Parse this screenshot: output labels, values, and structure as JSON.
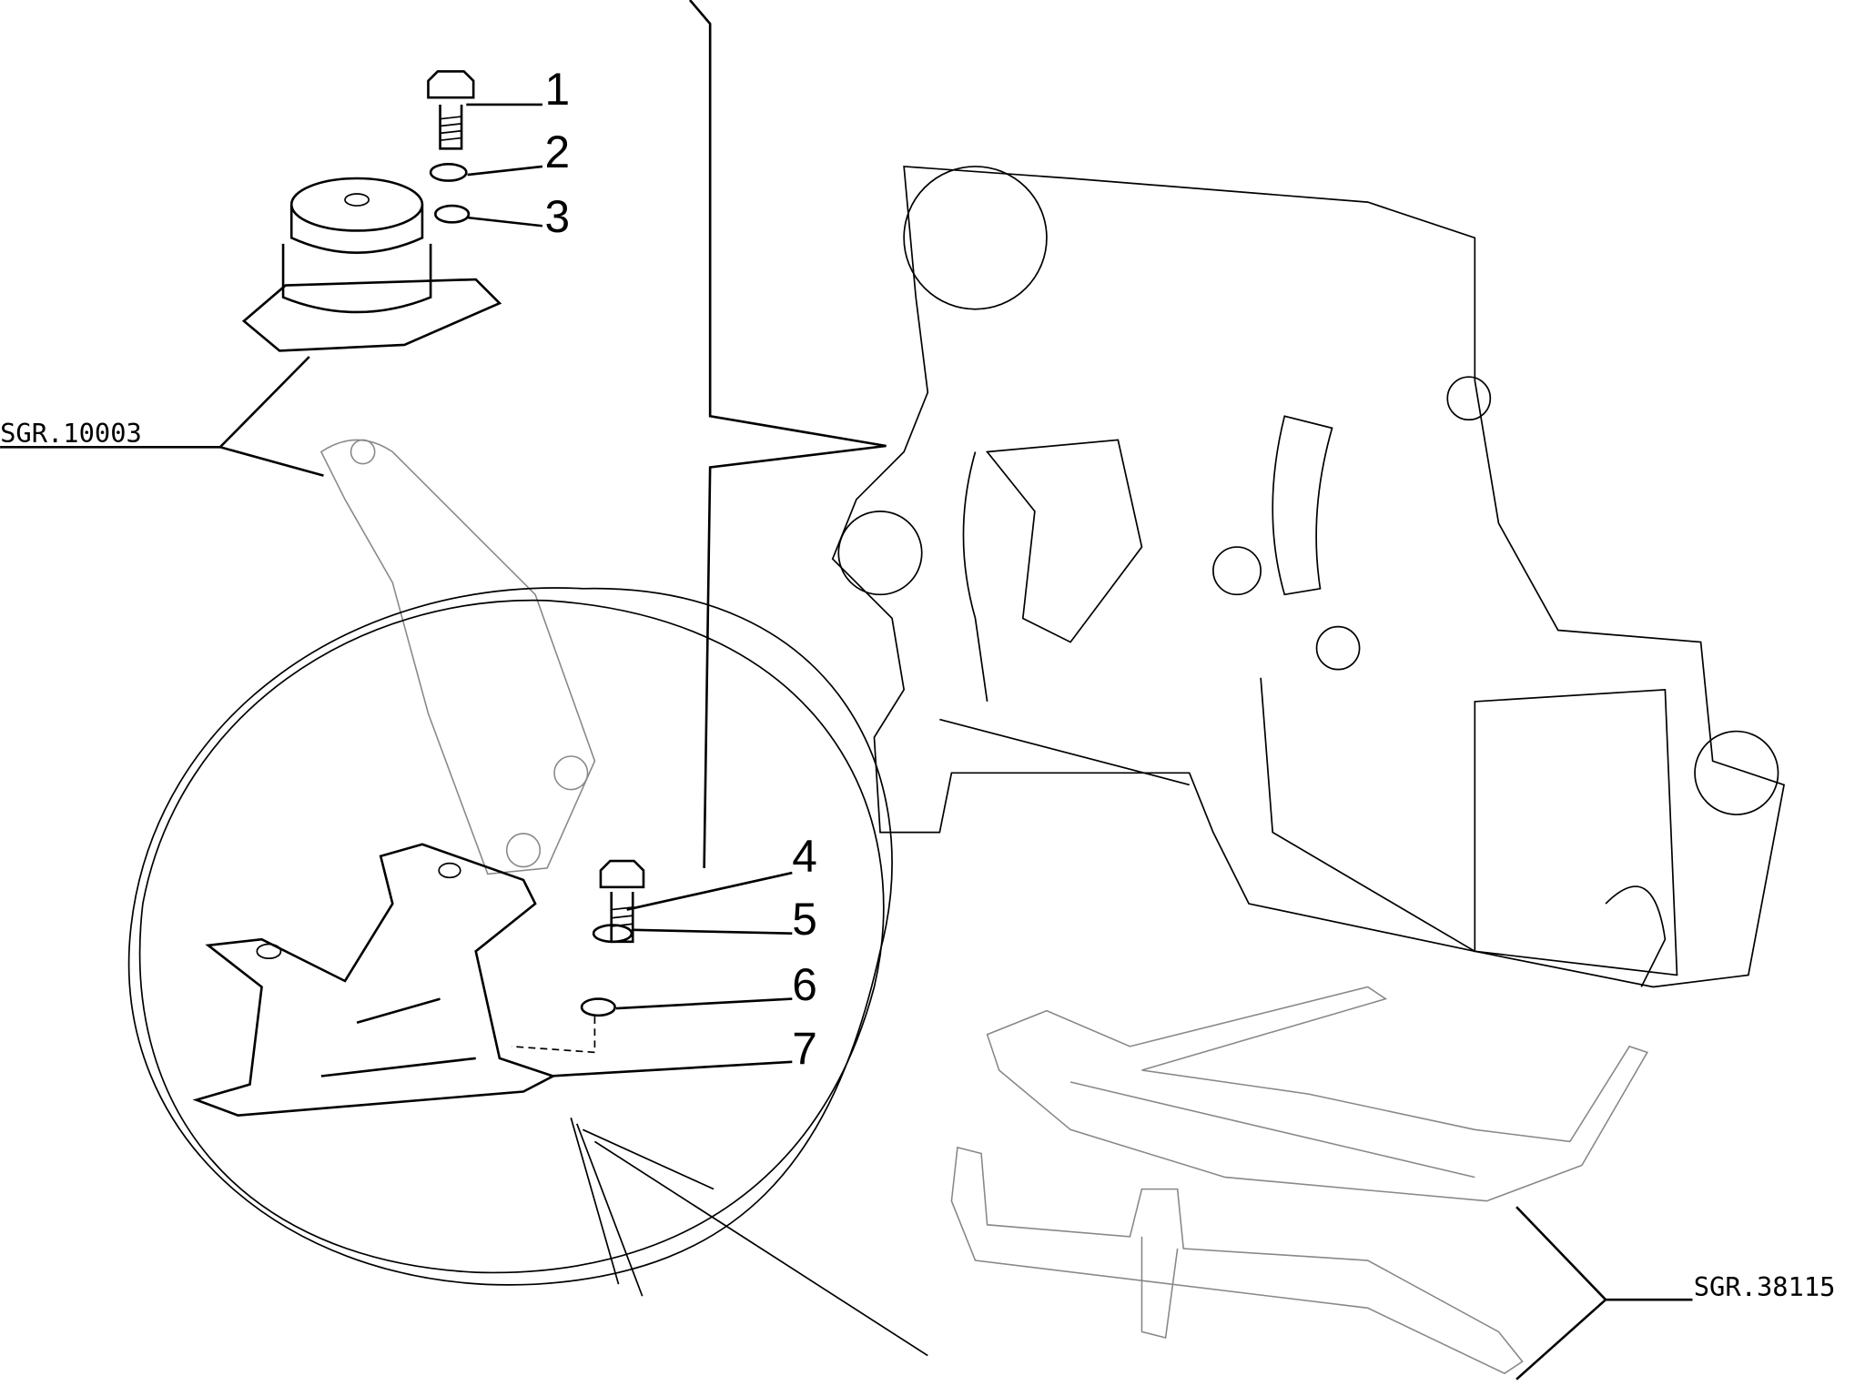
{
  "diagram": {
    "callouts": [
      {
        "number": "1",
        "part": "bolt"
      },
      {
        "number": "2",
        "part": "washer"
      },
      {
        "number": "3",
        "part": "washer"
      },
      {
        "number": "4",
        "part": "bolt"
      },
      {
        "number": "5",
        "part": "washer"
      },
      {
        "number": "6",
        "part": "washer"
      },
      {
        "number": "7",
        "part": "bracket"
      }
    ],
    "references": [
      {
        "code": "SGR.10003"
      },
      {
        "code": "SGR.38115"
      }
    ]
  }
}
